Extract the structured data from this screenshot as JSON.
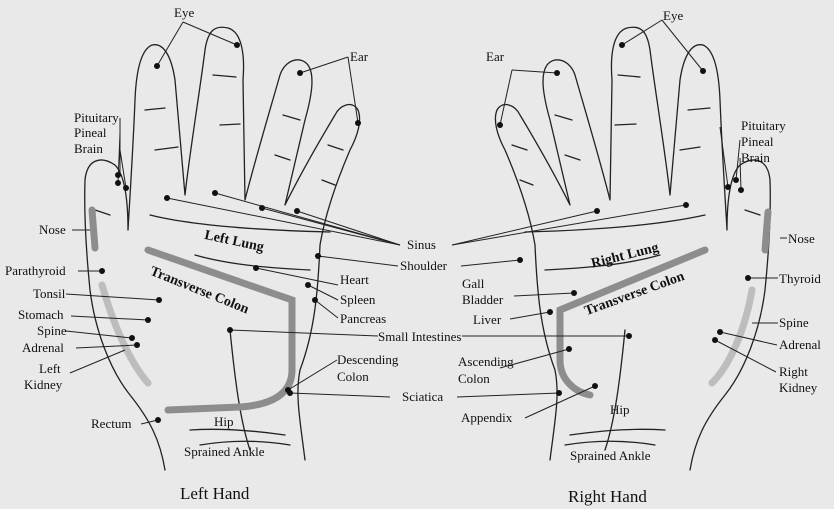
{
  "titles": {
    "left": "Left Hand",
    "right": "Right Hand"
  },
  "labels": {
    "eye_l": "Eye",
    "ear_l": "Ear",
    "pituitary_l": "Pituitary",
    "pineal_l": "Pineal",
    "brain_l": "Brain",
    "nose_l": "Nose",
    "parathyroid": "Parathyroid",
    "tonsil": "Tonsil",
    "stomach": "Stomach",
    "spine_l": "Spine",
    "adrenal_l": "Adrenal",
    "left_kidney_1": "Left",
    "left_kidney_2": "Kidney",
    "rectum": "Rectum",
    "hip_l": "Hip",
    "sprained_ankle_l": "Sprained Ankle",
    "left_lung": "Left Lung",
    "transverse_colon_l": "Transverse Colon",
    "heart": "Heart",
    "spleen": "Spleen",
    "pancreas": "Pancreas",
    "descending_colon_1": "Descending",
    "descending_colon_2": "Colon",
    "sinus": "Sinus",
    "shoulder": "Shoulder",
    "small_intestines": "Small Intestines",
    "sciatica": "Sciatica",
    "gall_1": "Gall",
    "gall_2": "Bladder",
    "liver": "Liver",
    "ascending_colon_1": "Ascending",
    "ascending_colon_2": "Colon",
    "appendix": "Appendix",
    "right_lung": "Right Lung",
    "transverse_colon_r": "Transverse Colon",
    "eye_r": "Eye",
    "ear_r": "Ear",
    "pituitary_r": "Pituitary",
    "pineal_r": "Pineal",
    "brain_r": "Brain",
    "nose_r": "Nose",
    "thyroid": "Thyroid",
    "spine_r": "Spine",
    "adrenal_r": "Adrenal",
    "right_kidney_1": "Right",
    "right_kidney_2": "Kidney",
    "hip_r": "Hip",
    "sprained_ankle_r": "Sprained Ankle"
  }
}
